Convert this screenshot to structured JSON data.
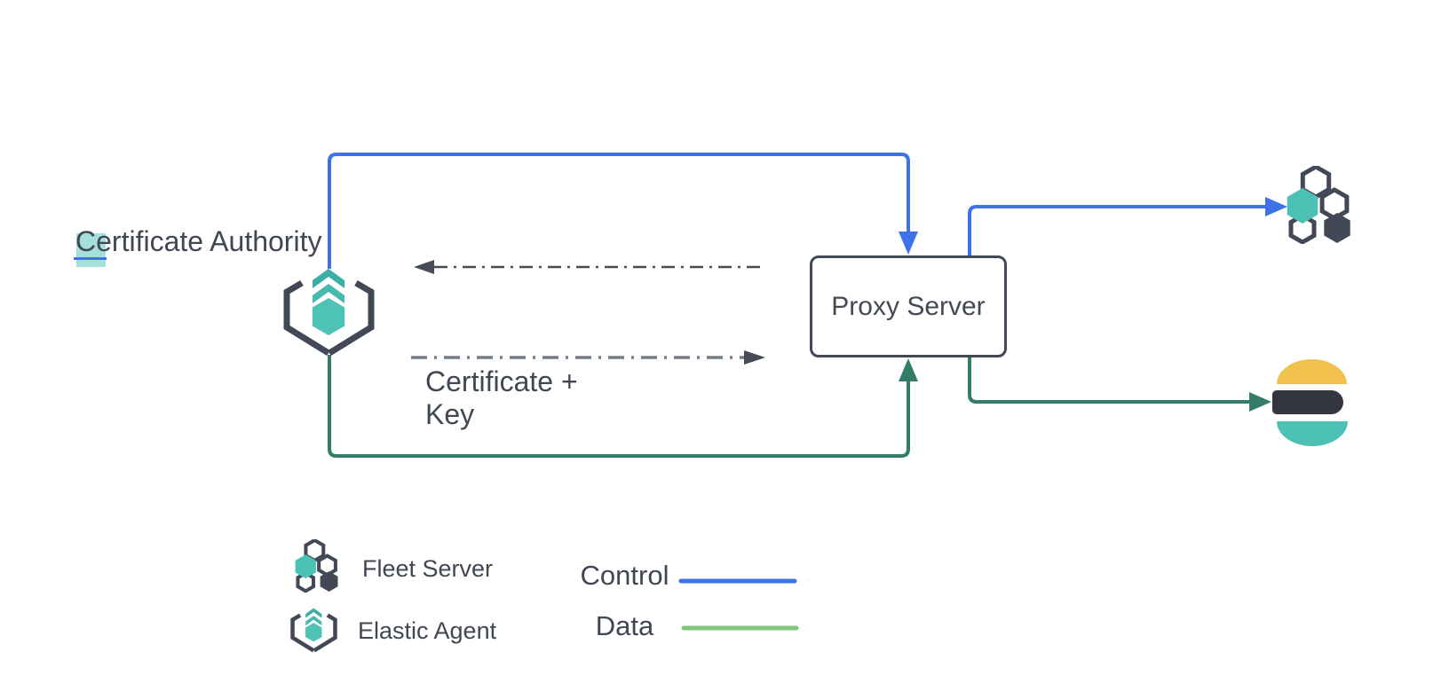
{
  "diagram": {
    "certificate_authority_label": {
      "highlighted_letter": "C",
      "rest": "ertificate Authority"
    },
    "proxy_server_label": "Proxy Server",
    "certificate_key_label": {
      "line1": "Certificate +",
      "line2": "Key"
    }
  },
  "legend": {
    "items": [
      {
        "icon": "fleet-server-icon",
        "label": "Fleet Server"
      },
      {
        "icon": "elastic-agent-icon",
        "label": "Elastic Agent"
      }
    ],
    "lines": [
      {
        "label": "Control",
        "color": "#3F72E8"
      },
      {
        "label": "Data",
        "color": "#7DC778"
      }
    ]
  },
  "icons": {
    "elastic_agent": "elastic-agent-icon",
    "fleet_server": "fleet-server-icon",
    "elasticsearch": "elasticsearch-logo-icon"
  },
  "colors": {
    "control_blue": "#3F72E8",
    "data_green": "#337C6A",
    "legend_data_green": "#7DC778",
    "teal": "#4DC1B5",
    "slate_dark": "#424856",
    "text": "#414752",
    "highlight_teal": "rgba(78,193,181,0.5)",
    "dashed_line_dark": "#454C57",
    "dashed_line_gray": "#747D86",
    "es_yellow": "#F1C14D",
    "es_ink": "#33363F"
  }
}
